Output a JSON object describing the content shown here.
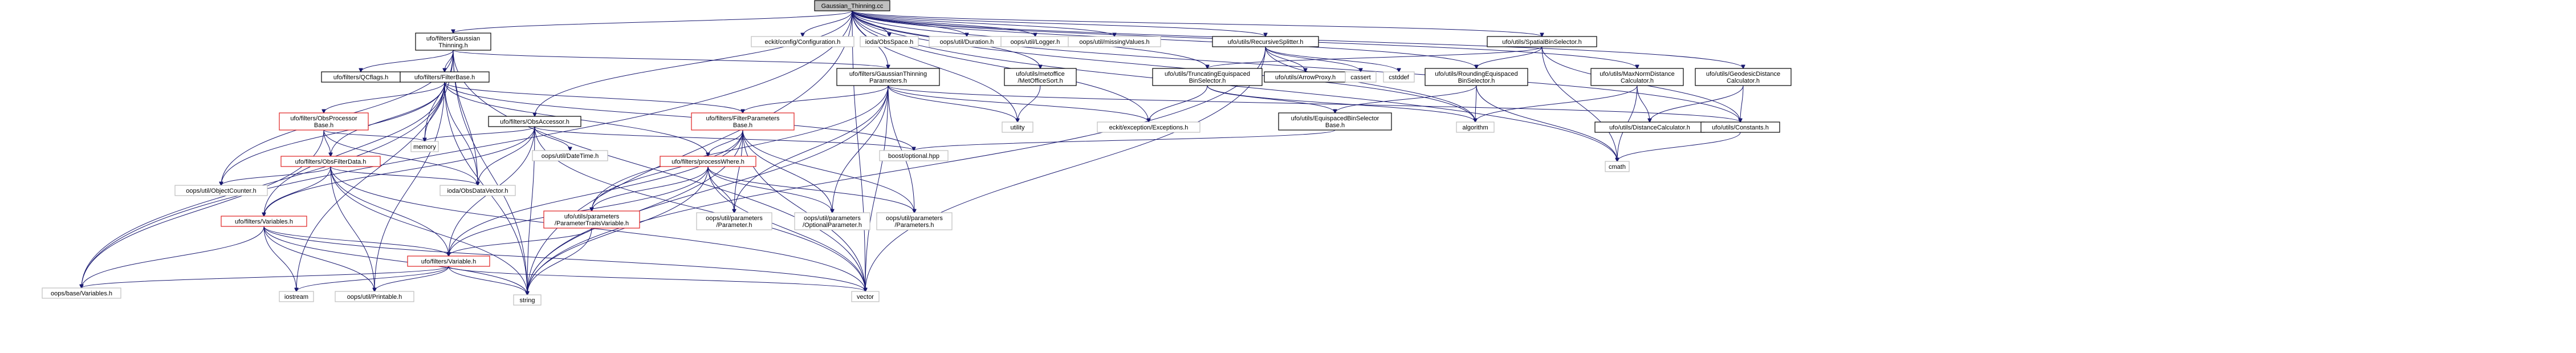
{
  "nodes": [
    {
      "id": "root",
      "lines": [
        "Gaussian_Thinning.cc"
      ],
      "style": "root"
    },
    {
      "id": "gth",
      "lines": [
        "ufo/filters/Gaussian",
        "Thinning.h"
      ],
      "style": "black"
    },
    {
      "id": "eckit_conf",
      "lines": [
        "eckit/config/Configuration.h"
      ],
      "style": "gray"
    },
    {
      "id": "ioda_space",
      "lines": [
        "ioda/ObsSpace.h"
      ],
      "style": "gray"
    },
    {
      "id": "dur",
      "lines": [
        "oops/util/Duration.h"
      ],
      "style": "gray"
    },
    {
      "id": "logger",
      "lines": [
        "oops/util/Logger.h"
      ],
      "style": "gray"
    },
    {
      "id": "missing",
      "lines": [
        "oops/util/missingValues.h"
      ],
      "style": "gray"
    },
    {
      "id": "rec",
      "lines": [
        "ufo/utils/RecursiveSplitter.h"
      ],
      "style": "black"
    },
    {
      "id": "spatial",
      "lines": [
        "ufo/utils/SpatialBinSelector.h"
      ],
      "style": "black"
    },
    {
      "id": "qcflags",
      "lines": [
        "ufo/filters/QCflags.h"
      ],
      "style": "black"
    },
    {
      "id": "fbase",
      "lines": [
        "ufo/filters/FilterBase.h"
      ],
      "style": "black"
    },
    {
      "id": "gtparams",
      "lines": [
        "ufo/filters/GaussianThinning",
        "Parameters.h"
      ],
      "style": "black"
    },
    {
      "id": "metoffice",
      "lines": [
        "ufo/utils/metoffice",
        "/MetOfficeSort.h"
      ],
      "style": "black"
    },
    {
      "id": "trunc",
      "lines": [
        "ufo/utils/TruncatingEquispaced",
        "BinSelector.h"
      ],
      "style": "black"
    },
    {
      "id": "arrowproxy",
      "lines": [
        "ufo/utils/ArrowProxy.h"
      ],
      "style": "black"
    },
    {
      "id": "cassert",
      "lines": [
        "cassert"
      ],
      "style": "gray"
    },
    {
      "id": "cstddef",
      "lines": [
        "cstddef"
      ],
      "style": "gray"
    },
    {
      "id": "rounding",
      "lines": [
        "ufo/utils/RoundingEquispaced",
        "BinSelector.h"
      ],
      "style": "black"
    },
    {
      "id": "maxnorm",
      "lines": [
        "ufo/utils/MaxNormDistance",
        "Calculator.h"
      ],
      "style": "black"
    },
    {
      "id": "geodesic",
      "lines": [
        "ufo/utils/GeodesicDistance",
        "Calculator.h"
      ],
      "style": "black"
    },
    {
      "id": "procbase",
      "lines": [
        "ufo/filters/ObsProcessor",
        "Base.h"
      ],
      "style": "red"
    },
    {
      "id": "obsacc",
      "lines": [
        "ufo/filters/ObsAccessor.h"
      ],
      "style": "black"
    },
    {
      "id": "fparams",
      "lines": [
        "ufo/filters/FilterParameters",
        "Base.h"
      ],
      "style": "red"
    },
    {
      "id": "utility",
      "lines": [
        "utility"
      ],
      "style": "gray"
    },
    {
      "id": "eckitexc",
      "lines": [
        "eckit/exception/Exceptions.h"
      ],
      "style": "gray"
    },
    {
      "id": "equibase",
      "lines": [
        "ufo/utils/EquispacedBinSelector",
        "Base.h"
      ],
      "style": "black"
    },
    {
      "id": "algorithm",
      "lines": [
        "algorithm"
      ],
      "style": "gray"
    },
    {
      "id": "distcalc",
      "lines": [
        "ufo/utils/DistanceCalculator.h"
      ],
      "style": "black"
    },
    {
      "id": "constants",
      "lines": [
        "ufo/utils/Constants.h"
      ],
      "style": "black"
    },
    {
      "id": "memory",
      "lines": [
        "memory"
      ],
      "style": "gray"
    },
    {
      "id": "datetime",
      "lines": [
        "oops/util/DateTime.h"
      ],
      "style": "gray"
    },
    {
      "id": "boostopt",
      "lines": [
        "boost/optional.hpp"
      ],
      "style": "gray"
    },
    {
      "id": "cmath",
      "lines": [
        "cmath"
      ],
      "style": "gray"
    },
    {
      "id": "filterdata",
      "lines": [
        "ufo/filters/ObsFilterData.h"
      ],
      "style": "red"
    },
    {
      "id": "procwhere",
      "lines": [
        "ufo/filters/processWhere.h"
      ],
      "style": "red"
    },
    {
      "id": "objcounter",
      "lines": [
        "oops/util/ObjectCounter.h"
      ],
      "style": "gray"
    },
    {
      "id": "iodavec",
      "lines": [
        "ioda/ObsDataVector.h"
      ],
      "style": "gray"
    },
    {
      "id": "variables",
      "lines": [
        "ufo/filters/Variables.h"
      ],
      "style": "red"
    },
    {
      "id": "traitvar",
      "lines": [
        "ufo/utils/parameters",
        "/ParameterTraitsVariable.h"
      ],
      "style": "red"
    },
    {
      "id": "oopsparam",
      "lines": [
        "oops/util/parameters",
        "/Parameter.h"
      ],
      "style": "gray"
    },
    {
      "id": "optparam",
      "lines": [
        "oops/util/parameters",
        "/OptionalParameter.h"
      ],
      "style": "gray"
    },
    {
      "id": "paramsh",
      "lines": [
        "oops/util/parameters",
        "/Parameters.h"
      ],
      "style": "gray"
    },
    {
      "id": "variable",
      "lines": [
        "ufo/filters/Variable.h"
      ],
      "style": "red"
    },
    {
      "id": "basevars",
      "lines": [
        "oops/base/Variables.h"
      ],
      "style": "gray"
    },
    {
      "id": "iostream",
      "lines": [
        "iostream"
      ],
      "style": "gray"
    },
    {
      "id": "printable",
      "lines": [
        "oops/util/Printable.h"
      ],
      "style": "gray"
    },
    {
      "id": "string",
      "lines": [
        "string"
      ],
      "style": "gray"
    },
    {
      "id": "vector",
      "lines": [
        "vector"
      ],
      "style": "gray"
    }
  ],
  "edges": [
    [
      "root",
      "gth"
    ],
    [
      "root",
      "eckit_conf"
    ],
    [
      "root",
      "ioda_space"
    ],
    [
      "root",
      "dur"
    ],
    [
      "root",
      "logger"
    ],
    [
      "root",
      "missing"
    ],
    [
      "root",
      "rec"
    ],
    [
      "root",
      "spatial"
    ],
    [
      "root",
      "gtparams"
    ],
    [
      "root",
      "metoffice"
    ],
    [
      "root",
      "trunc"
    ],
    [
      "root",
      "rounding"
    ],
    [
      "root",
      "maxnorm"
    ],
    [
      "root",
      "geodesic"
    ],
    [
      "root",
      "obsacc"
    ],
    [
      "root",
      "utility"
    ],
    [
      "root",
      "eckitexc"
    ],
    [
      "root",
      "algorithm"
    ],
    [
      "root",
      "constants"
    ],
    [
      "root",
      "cmath"
    ],
    [
      "root",
      "basevars"
    ],
    [
      "root",
      "string"
    ],
    [
      "root",
      "vector"
    ],
    [
      "gth",
      "qcflags"
    ],
    [
      "gth",
      "fbase"
    ],
    [
      "gth",
      "gtparams"
    ],
    [
      "gth",
      "memory"
    ],
    [
      "gth",
      "iodavec"
    ],
    [
      "gth",
      "string"
    ],
    [
      "gth",
      "vector"
    ],
    [
      "gth",
      "objcounter"
    ],
    [
      "gth",
      "iostream"
    ],
    [
      "fbase",
      "procbase"
    ],
    [
      "fbase",
      "fparams"
    ],
    [
      "fbase",
      "procwhere"
    ],
    [
      "fbase",
      "filterdata"
    ],
    [
      "fbase",
      "variables"
    ],
    [
      "fbase",
      "memory"
    ],
    [
      "fbase",
      "iodavec"
    ],
    [
      "fbase",
      "boostopt"
    ],
    [
      "fbase",
      "objcounter"
    ],
    [
      "fbase",
      "printable"
    ],
    [
      "fbase",
      "string"
    ],
    [
      "fbase",
      "basevars"
    ],
    [
      "procbase",
      "filterdata"
    ],
    [
      "procbase",
      "memory"
    ],
    [
      "procbase",
      "basevars"
    ],
    [
      "procbase",
      "iodavec"
    ],
    [
      "filterdata",
      "objcounter"
    ],
    [
      "filterdata",
      "iodavec"
    ],
    [
      "filterdata",
      "variables"
    ],
    [
      "filterdata",
      "variable"
    ],
    [
      "filterdata",
      "printable"
    ],
    [
      "filterdata",
      "string"
    ],
    [
      "filterdata",
      "vector"
    ],
    [
      "obsacc",
      "datetime"
    ],
    [
      "obsacc",
      "memory"
    ],
    [
      "obsacc",
      "iodavec"
    ],
    [
      "obsacc",
      "variable"
    ],
    [
      "obsacc",
      "variables"
    ],
    [
      "obsacc",
      "string"
    ],
    [
      "obsacc",
      "boostopt"
    ],
    [
      "obsacc",
      "vector"
    ],
    [
      "gtparams",
      "fparams"
    ],
    [
      "gtparams",
      "utility"
    ],
    [
      "gtparams",
      "string"
    ],
    [
      "gtparams",
      "vector"
    ],
    [
      "gtparams",
      "traitvar"
    ],
    [
      "gtparams",
      "oopsparam"
    ],
    [
      "gtparams",
      "optparam"
    ],
    [
      "gtparams",
      "paramsh"
    ],
    [
      "gtparams",
      "eckitexc"
    ],
    [
      "gtparams",
      "constants"
    ],
    [
      "fparams",
      "procwhere"
    ],
    [
      "fparams",
      "traitvar"
    ],
    [
      "fparams",
      "oopsparam"
    ],
    [
      "fparams",
      "optparam"
    ],
    [
      "fparams",
      "paramsh"
    ],
    [
      "fparams",
      "variable"
    ],
    [
      "fparams",
      "string"
    ],
    [
      "fparams",
      "vector"
    ],
    [
      "procwhere",
      "variable"
    ],
    [
      "procwhere",
      "traitvar"
    ],
    [
      "procwhere",
      "optparam"
    ],
    [
      "procwhere",
      "oopsparam"
    ],
    [
      "procwhere",
      "paramsh"
    ],
    [
      "procwhere",
      "string"
    ],
    [
      "procwhere",
      "vector"
    ],
    [
      "variables",
      "variable"
    ],
    [
      "variables",
      "basevars"
    ],
    [
      "variables",
      "iostream"
    ],
    [
      "variables",
      "printable"
    ],
    [
      "variables",
      "string"
    ],
    [
      "variables",
      "vector"
    ],
    [
      "traitvar",
      "variable"
    ],
    [
      "traitvar",
      "string"
    ],
    [
      "variable",
      "basevars"
    ],
    [
      "variable",
      "iostream"
    ],
    [
      "variable",
      "printable"
    ],
    [
      "variable",
      "string"
    ],
    [
      "variable",
      "vector"
    ],
    [
      "metoffice",
      "utility"
    ],
    [
      "trunc",
      "equibase"
    ],
    [
      "trunc",
      "eckitexc"
    ],
    [
      "trunc",
      "algorithm"
    ],
    [
      "rec",
      "arrowproxy"
    ],
    [
      "rec",
      "cassert"
    ],
    [
      "rec",
      "cstddef"
    ],
    [
      "rec",
      "algorithm"
    ],
    [
      "rec",
      "string"
    ],
    [
      "rec",
      "vector"
    ],
    [
      "rounding",
      "equibase"
    ],
    [
      "rounding",
      "algorithm"
    ],
    [
      "rounding",
      "cmath"
    ],
    [
      "equibase",
      "boostopt"
    ],
    [
      "spatial",
      "trunc"
    ],
    [
      "spatial",
      "rounding"
    ],
    [
      "spatial",
      "constants"
    ],
    [
      "spatial",
      "cmath"
    ],
    [
      "maxnorm",
      "distcalc"
    ],
    [
      "maxnorm",
      "algorithm"
    ],
    [
      "maxnorm",
      "cmath"
    ],
    [
      "geodesic",
      "distcalc"
    ],
    [
      "geodesic",
      "constants"
    ],
    [
      "constants",
      "cmath"
    ]
  ]
}
